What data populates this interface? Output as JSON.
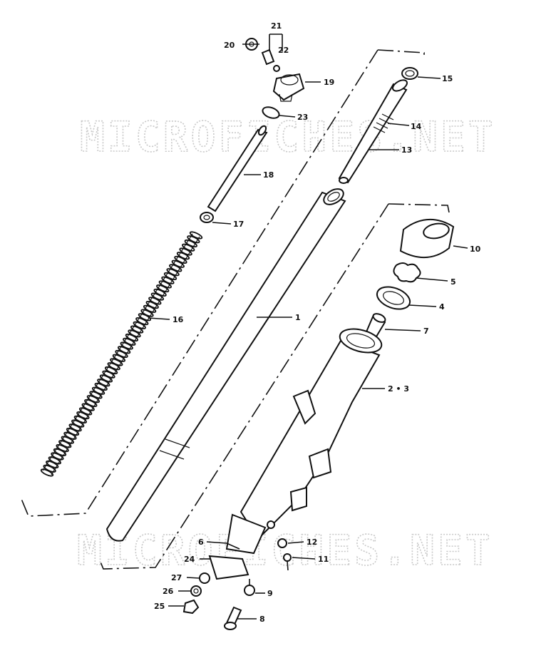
{
  "watermarks": [
    "MICROFICHES.NET",
    "MICROFICHES.NET"
  ],
  "labels": {
    "p1": "1",
    "p23": "2 • 3",
    "p4": "4",
    "p5": "5",
    "p6": "6",
    "p7": "7",
    "p8": "8",
    "p9": "9",
    "p10": "10",
    "p11": "11",
    "p12": "12",
    "p13": "13",
    "p14": "14",
    "p15": "15",
    "p16": "16",
    "p17": "17",
    "p18": "18",
    "p19": "19",
    "p20": "20",
    "p21": "21",
    "p22": "22",
    "p23b": "23",
    "p24": "24",
    "p25": "25",
    "p26": "26",
    "p27": "27"
  }
}
